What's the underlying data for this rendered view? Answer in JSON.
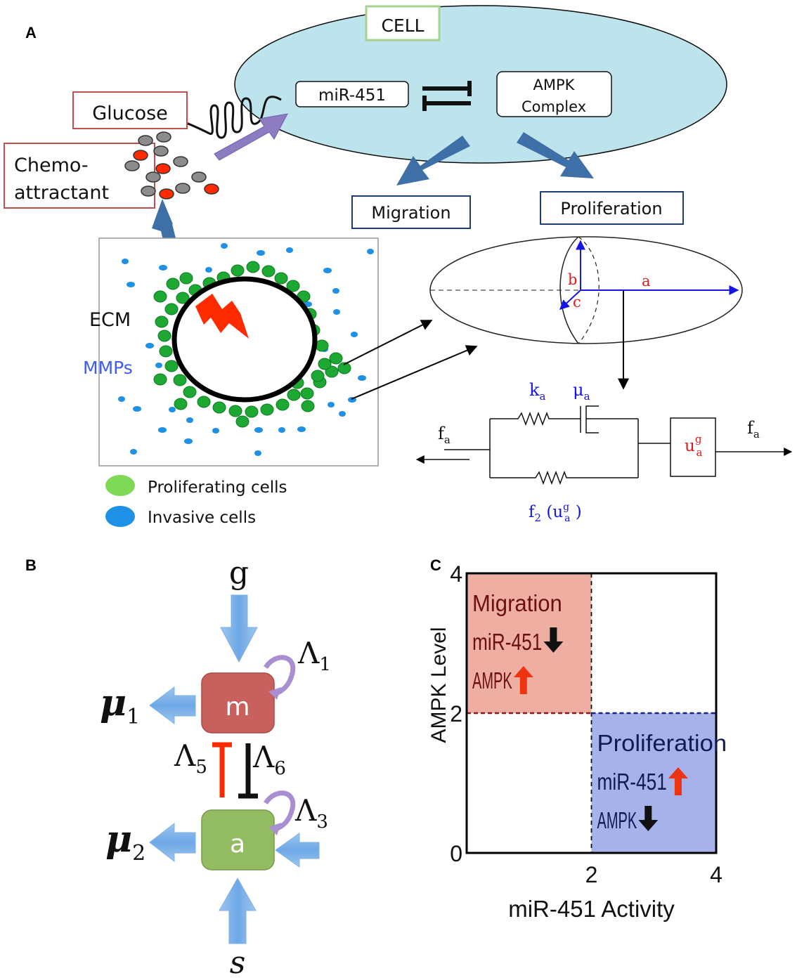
{
  "panels": {
    "a": "A",
    "b": "B",
    "c": "C"
  },
  "panelA": {
    "cell_title": "CELL",
    "mir451": "miR-451",
    "ampk_line1": "AMPK",
    "ampk_line2": "Complex",
    "glucose": "Glucose",
    "chemo_line1": "Chemo-",
    "chemo_line2": "attractant",
    "migration": "Migration",
    "proliferation": "Proliferation",
    "ecm": "ECM",
    "mmps": "MMPs",
    "legend": [
      {
        "label": "Proliferating cells",
        "color": "#7ed957"
      },
      {
        "label": "Invasive cells",
        "color": "#1e90e6"
      }
    ],
    "ellipsoid": {
      "a": "a",
      "b": "b",
      "c": "c"
    },
    "mechanics": {
      "k": "k",
      "k_sub": "a",
      "mu": "μ",
      "mu_sub": "a",
      "f_left": "f",
      "f_left_sub": "a",
      "f_right": "f",
      "f_right_sub": "a",
      "u": "u",
      "u_sup": "g",
      "u_sub": "a",
      "f2": "f",
      "f2_sub": "2",
      "f2_arg_open": " (u",
      "f2_arg_sup": "g",
      "f2_arg_sub": "a",
      "f2_arg_close": " )"
    }
  },
  "panelB": {
    "g": "g",
    "s": "s",
    "m": "m",
    "a": "a",
    "mu1": "μ",
    "mu1_sub": "1",
    "mu2": "μ",
    "mu2_sub": "2",
    "lambda1": "Λ",
    "lambda1_sub": "1",
    "lambda3": "Λ",
    "lambda3_sub": "3",
    "lambda5": "Λ",
    "lambda5_sub": "5",
    "lambda6": "Λ",
    "lambda6_sub": "6"
  },
  "chart_data": {
    "type": "area",
    "xlabel": "miR-451 Activity",
    "ylabel": "AMPK Level",
    "xlim": [
      0,
      4
    ],
    "ylim": [
      0,
      4
    ],
    "x_ticks": [
      "2",
      "4"
    ],
    "y_ticks": [
      "0",
      "2",
      "4"
    ],
    "thresholds": {
      "x": 2,
      "y": 2
    },
    "regions": [
      {
        "name": "Migration",
        "x_range": [
          0,
          2
        ],
        "y_range": [
          2,
          4
        ],
        "color": "#eeaea2",
        "lines": [
          {
            "text": "Migration"
          },
          {
            "text": "miR-451",
            "arrow": "down",
            "arrow_color": "#111111"
          },
          {
            "text": "AMPK",
            "arrow": "up",
            "arrow_color": "#ee3311"
          }
        ]
      },
      {
        "name": "Proliferation",
        "x_range": [
          2,
          4
        ],
        "y_range": [
          0,
          2
        ],
        "color": "#a7b1ea",
        "lines": [
          {
            "text": "Proliferation"
          },
          {
            "text": "miR-451",
            "arrow": "up",
            "arrow_color": "#ee3311"
          },
          {
            "text": "AMPK",
            "arrow": "down",
            "arrow_color": "#111111"
          }
        ]
      }
    ]
  }
}
